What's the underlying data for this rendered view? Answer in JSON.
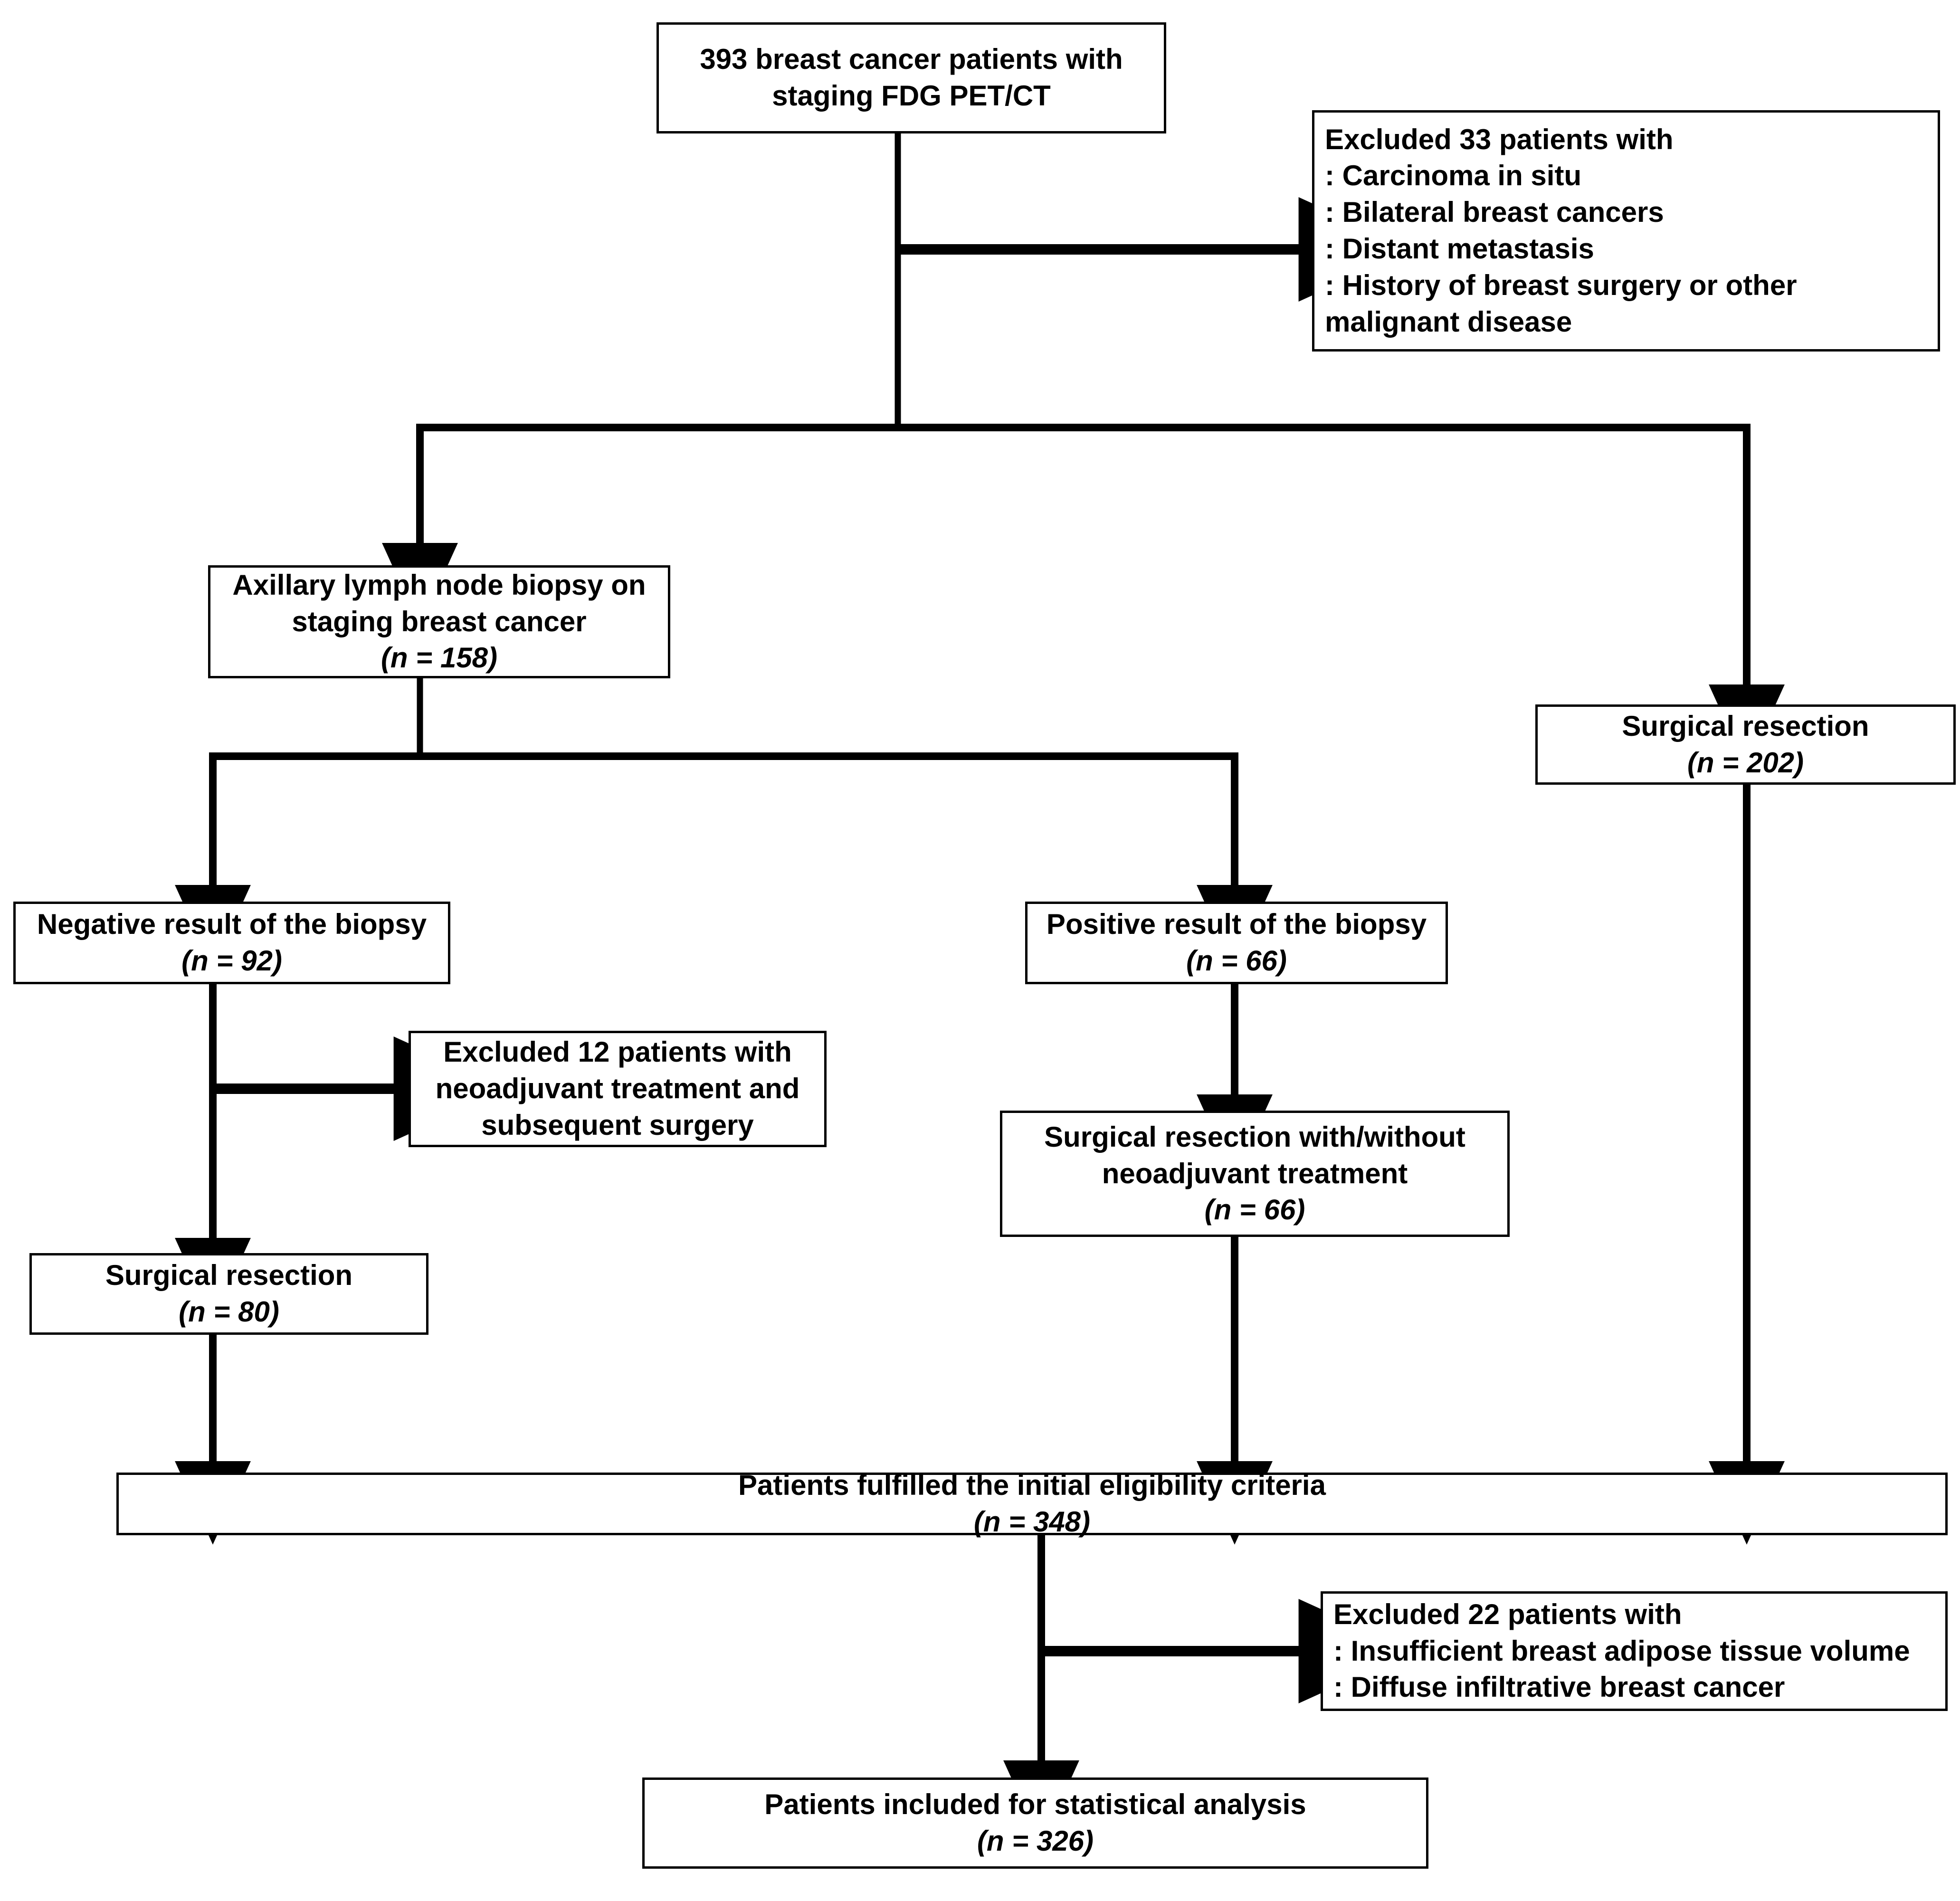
{
  "diagram": {
    "title": "Patient selection flowchart for breast cancer staging FDG PET/CT study",
    "type": "flowchart",
    "nodes": {
      "cohort": {
        "name": "initial-cohort",
        "lines": [
          "393 breast cancer patients with",
          "staging FDG PET/CT"
        ],
        "count": 393
      },
      "excluded33": {
        "name": "excluded-33",
        "lines": [
          "Excluded 33 patients with",
          " : Carcinoma in situ",
          "  : Bilateral breast cancers",
          "  : Distant metastasis",
          "  : History of breast surgery or other",
          "malignant disease"
        ],
        "count": 33
      },
      "biopsy": {
        "name": "axillary-lymph-node-biopsy",
        "lines": [
          "Axillary lymph node biopsy on",
          "staging breast cancer"
        ],
        "n_label": "(n = 158)",
        "count": 158
      },
      "surgical_right": {
        "name": "surgical-resection-right",
        "lines": [
          "Surgical resection"
        ],
        "n_label": "(n = 202)",
        "count": 202
      },
      "negative": {
        "name": "negative-biopsy-result",
        "lines": [
          "Negative result of the biopsy"
        ],
        "n_label": "(n = 92)",
        "count": 92
      },
      "positive": {
        "name": "positive-biopsy-result",
        "lines": [
          "Positive result of the biopsy"
        ],
        "n_label": "(n = 66)",
        "count": 66
      },
      "excluded12": {
        "name": "excluded-12",
        "lines": [
          "Excluded 12 patients with",
          "neoadjuvant treatment and",
          "subsequent surgery"
        ],
        "count": 12
      },
      "surgical_neoadj": {
        "name": "surgical-resection-with-without-neoadjuvant",
        "lines": [
          "Surgical resection with/without",
          "neoadjuvant treatment"
        ],
        "n_label": "(n = 66)",
        "count": 66
      },
      "surgical_left": {
        "name": "surgical-resection-left",
        "lines": [
          "Surgical resection"
        ],
        "n_label": "(n = 80)",
        "count": 80
      },
      "eligible": {
        "name": "patients-fulfilled-eligibility",
        "lines": [
          "Patients fulfilled the initial eligibility criteria"
        ],
        "n_label": "(n = 348)",
        "count": 348
      },
      "excluded22": {
        "name": "excluded-22",
        "lines": [
          "Excluded 22 patients with",
          ": Insufficient breast adipose tissue volume",
          ": Diffuse infiltrative breast cancer"
        ],
        "count": 22
      },
      "included": {
        "name": "patients-included-statistical-analysis",
        "lines": [
          "Patients included for statistical analysis"
        ],
        "n_label": "(n = 326)",
        "count": 326
      }
    },
    "colors": {
      "stroke": "#000000",
      "fill": "#ffffff",
      "text": "#000000"
    }
  }
}
